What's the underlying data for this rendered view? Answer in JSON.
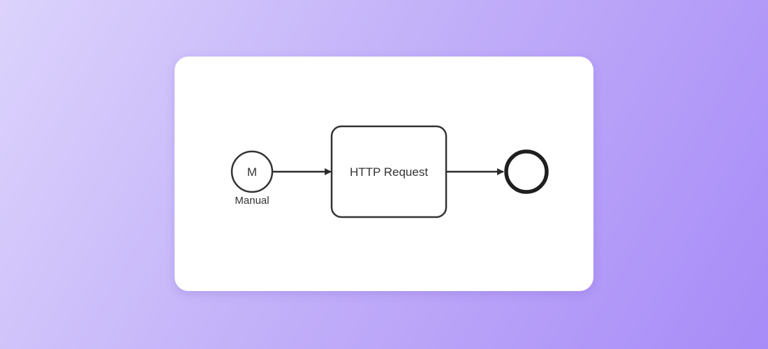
{
  "diagram": {
    "type": "bpmn-process",
    "nodes": [
      {
        "id": "start",
        "kind": "start-event",
        "glyph": "M",
        "label": "Manual"
      },
      {
        "id": "task",
        "kind": "task",
        "label": "HTTP Request"
      },
      {
        "id": "end",
        "kind": "end-event",
        "label": ""
      }
    ],
    "edges": [
      {
        "from": "start",
        "to": "task"
      },
      {
        "from": "task",
        "to": "end"
      }
    ]
  },
  "colors": {
    "background_start": "#dcd3fc",
    "background_end": "#a78bf7",
    "card": "#ffffff",
    "stroke": "#333333"
  }
}
